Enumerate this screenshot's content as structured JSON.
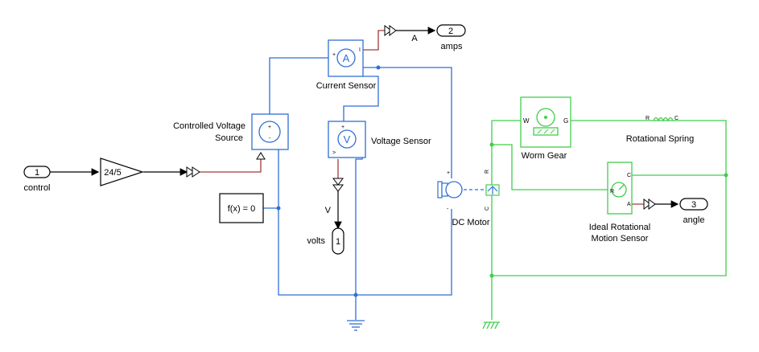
{
  "blocks": {
    "inport_control": {
      "number": "1",
      "label": "control"
    },
    "gain": {
      "value": "24/5"
    },
    "controlled_voltage_source": {
      "label_line1": "Controlled Voltage",
      "label_line2": "Source"
    },
    "current_sensor": {
      "label": "Current Sensor",
      "symbol": "A"
    },
    "voltage_sensor": {
      "label": "Voltage Sensor",
      "symbol": "V"
    },
    "solver": {
      "label": "f(x) = 0"
    },
    "dc_motor": {
      "label": "DC Motor"
    },
    "outport_amps": {
      "number": "2",
      "label": "amps",
      "signal": "A"
    },
    "outport_volts": {
      "number": "1",
      "label": "volts",
      "signal": "V"
    },
    "worm_gear": {
      "label": "Worm Gear",
      "port_w": "W",
      "port_g": "G"
    },
    "rotational_spring": {
      "label": "Rotational Spring",
      "port_r": "R",
      "port_c": "C"
    },
    "ideal_rotational_motion_sensor": {
      "label_line1": "Ideal Rotational",
      "label_line2": "Motion Sensor",
      "port_r": "R",
      "port_c": "C",
      "port_a": "A"
    },
    "outport_angle": {
      "number": "3",
      "label": "angle"
    }
  },
  "port_marks": {
    "plus": "+",
    "minus": "-",
    "i": "I",
    "gt": ">",
    "r": "R",
    "c": "C"
  },
  "colors": {
    "electrical": "#2f6fd6",
    "mechanical": "#3ecf4a",
    "physical_signal": "#a33a3a",
    "signal": "#000000"
  }
}
